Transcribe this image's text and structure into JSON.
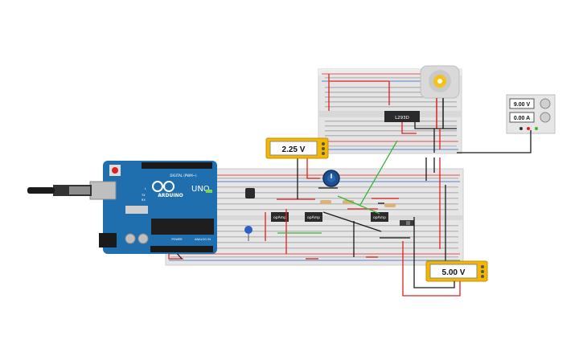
{
  "arduino": {
    "brand": "ARDUINO",
    "model": "UNO",
    "digital_label": "DIGITAL (PWM~)",
    "power_label": "POWER",
    "analog_label": "ANALOG IN",
    "tx_label": "TX",
    "rx_label": "RX",
    "l_label": "L"
  },
  "multimeters": [
    {
      "id": "meter-1",
      "value": "2.25 V"
    },
    {
      "id": "meter-2",
      "value": "5.00 V"
    }
  ],
  "power_supply": {
    "voltage": "9.00 V",
    "current": "0.00 A"
  },
  "chips": {
    "driver": "L293D",
    "opamp_1": "opAmp",
    "opamp_2": "opAmp",
    "opamp_3": "opAmp"
  },
  "colors": {
    "arduino_blue": "#1f6fae",
    "meter_yellow": "#f2b705",
    "wire_red": "#e0201b",
    "wire_green": "#3bb53b",
    "wire_black": "#1a1a1a",
    "breadboard": "#e6e6e6"
  }
}
